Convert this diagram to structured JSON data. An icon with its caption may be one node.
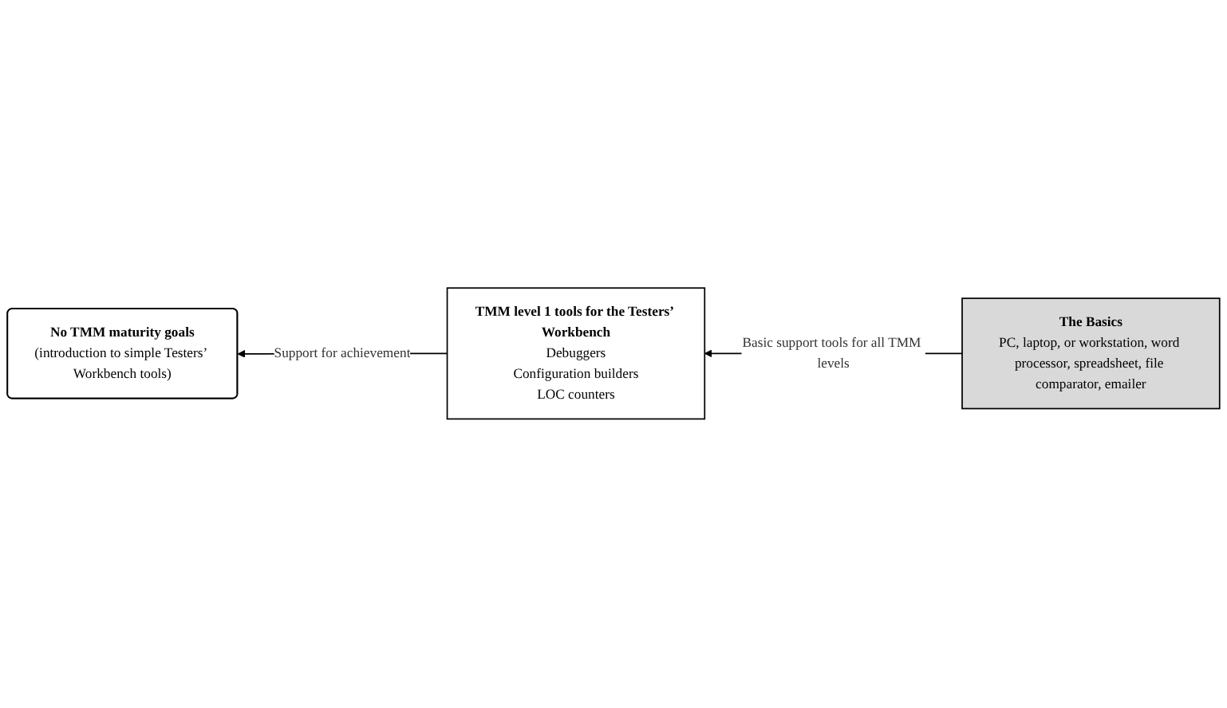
{
  "diagram": {
    "nodes": [
      {
        "text": [
          "No TMM maturity goals",
          "(introduction to simple Testers’ Workbench tools)"
        ]
      },
      {
        "text": [
          "TMM level 1 tools for the Testers’ Workbench",
          "Debuggers",
          "Configuration builders",
          "LOC counters"
        ]
      },
      {
        "text": [
          "The Basics",
          "PC, laptop, or workstation, word processor, spreadsheet, file comparator, emailer"
        ]
      }
    ],
    "edges": [
      {
        "from": 1,
        "to": 0,
        "arrow": "to",
        "label": "Support for achievement"
      },
      {
        "from": 2,
        "to": 1,
        "arrow": "to",
        "label": "Basic support tools for all TMM levels"
      }
    ]
  }
}
